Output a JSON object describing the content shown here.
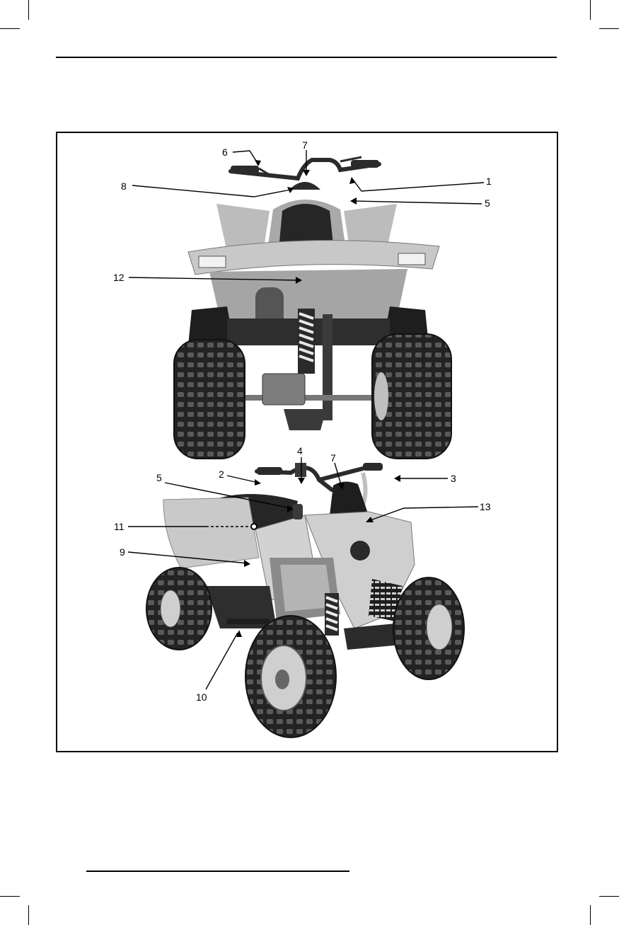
{
  "colors": {
    "ink": "#000000",
    "body_gray": "#a9a9a9",
    "dark_gray": "#2b2b2b",
    "tire": "#232323",
    "light_gray": "#d4d4d4",
    "paper": "#ffffff"
  },
  "figure": {
    "callouts": [
      {
        "id": "c6",
        "label": "6"
      },
      {
        "id": "c7a",
        "label": "7"
      },
      {
        "id": "c8",
        "label": "8"
      },
      {
        "id": "c1",
        "label": "1"
      },
      {
        "id": "c5a",
        "label": "5"
      },
      {
        "id": "c12",
        "label": "12"
      },
      {
        "id": "c4",
        "label": "4"
      },
      {
        "id": "c7b",
        "label": "7"
      },
      {
        "id": "c2",
        "label": "2"
      },
      {
        "id": "c3",
        "label": "3"
      },
      {
        "id": "c5b",
        "label": "5"
      },
      {
        "id": "c13",
        "label": "13"
      },
      {
        "id": "c11",
        "label": "11"
      },
      {
        "id": "c9",
        "label": "9"
      },
      {
        "id": "c10",
        "label": "10"
      }
    ],
    "images": [
      {
        "id": "rear-view",
        "icon": "atv-rear-view-photo"
      },
      {
        "id": "front-three-quarter-view",
        "icon": "atv-front-view-photo"
      }
    ]
  }
}
